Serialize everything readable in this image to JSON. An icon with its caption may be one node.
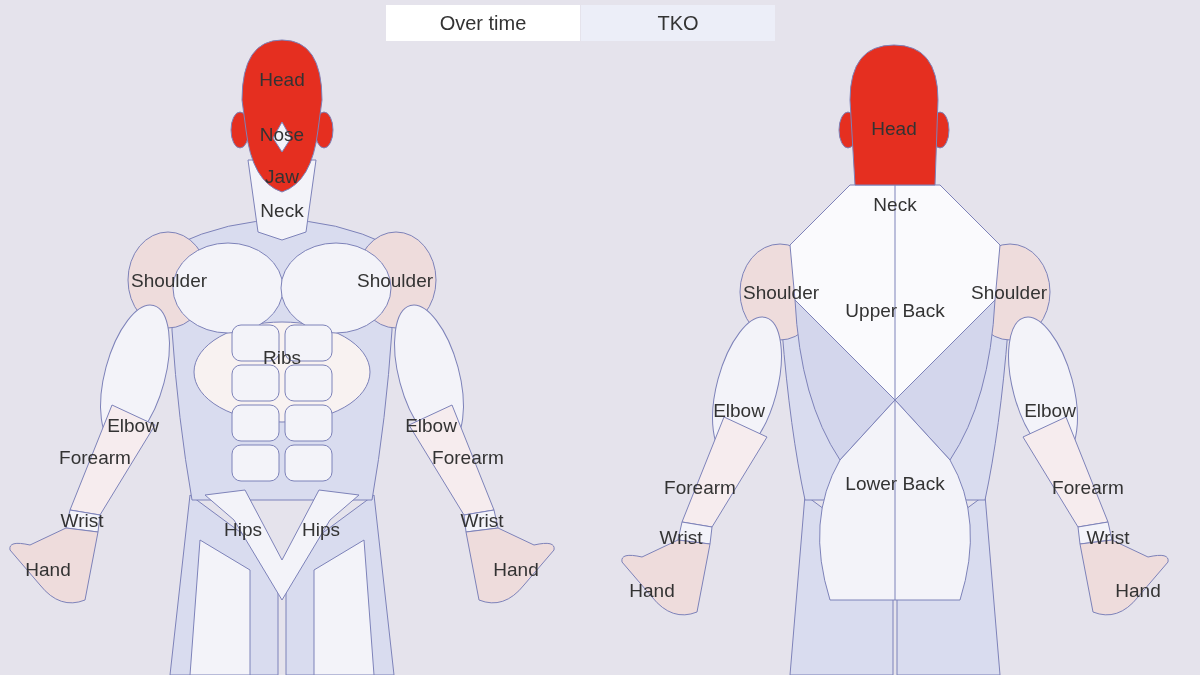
{
  "diagram": {
    "labels": [
      "Over time",
      "TKO",
      "Head",
      "Nose",
      "Jaw",
      "Neck",
      "Shoulder",
      "Shoulder",
      "Ribs",
      "Elbow",
      "Elbow",
      "Forearm",
      "Forearm",
      "Wrist",
      "Wrist",
      "Hips",
      "Hips",
      "Hand",
      "Hand",
      "Head",
      "Neck",
      "Shoulder",
      "Upper Back",
      "Shoulder",
      "Elbow",
      "Elbow",
      "Forearm",
      "Lower Back",
      "Forearm",
      "Wrist",
      "Wrist",
      "Hand",
      "Hand"
    ]
  }
}
